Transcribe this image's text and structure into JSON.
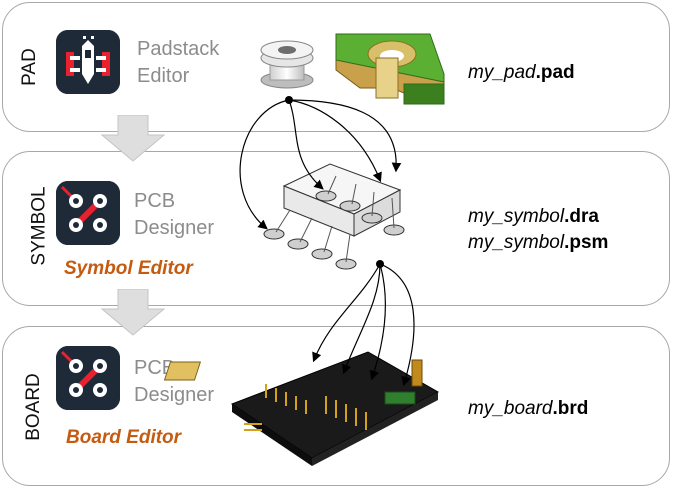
{
  "rows": {
    "pad": {
      "label": "PAD",
      "tool_line1": "Padstack",
      "tool_line2": "Editor",
      "file_base": "my_pad",
      "file_ext": ".pad",
      "icon": "padstack-editor-icon"
    },
    "symbol": {
      "label": "SYMBOL",
      "tool_line1": "PCB",
      "tool_line2": "Designer",
      "editor": "Symbol Editor",
      "file1_base": "my_symbol",
      "file1_ext": ".dra",
      "file2_base": "my_symbol",
      "file2_ext": ".psm",
      "icon": "pcb-designer-icon"
    },
    "board": {
      "label": "BOARD",
      "tool_line1": "PCB",
      "tool_line2": "Designer",
      "editor": "Board Editor",
      "file_base": "my_board",
      "file_ext": ".brd",
      "icon": "pcb-designer-icon"
    }
  },
  "colors": {
    "editor_label": "#c55a11",
    "icon_bg": "#1e2a38",
    "icon_accent": "#e8212e",
    "panel_border": "#a8a8a8",
    "flow_arrow": "#d9d9d9"
  }
}
